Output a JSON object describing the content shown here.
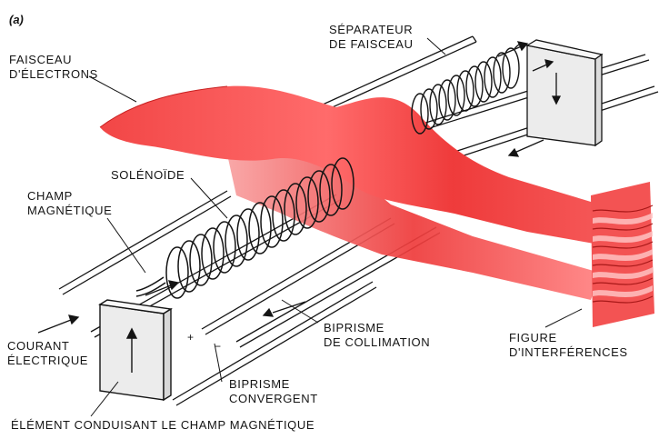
{
  "figure": {
    "panel_tag": "(a)",
    "labels": {
      "faisceau_electrons": [
        "FAISCEAU",
        "D'ÉLECTRONS"
      ],
      "separateur": [
        "SÉPARATEUR",
        "DE FAISCEAU"
      ],
      "solenoide": "SOLÉNOÏDE",
      "champ_magnetique": [
        "CHAMP",
        "MAGNÉTIQUE"
      ],
      "courant_electrique": [
        "COURANT",
        "ÉLECTRIQUE"
      ],
      "biprisme_collimation": [
        "BIPRISME",
        "DE COLLIMATION"
      ],
      "biprisme_convergent": [
        "BIPRISME",
        "CONVERGENT"
      ],
      "figure_interferences": [
        "FIGURE",
        "D'INTERFÉRENCES"
      ],
      "element_conduisant": "ÉLÉMENT CONDUISANT LE CHAMP MAGNÉTIQUE"
    },
    "polarity": {
      "plus": "+",
      "minus": "−"
    },
    "colors": {
      "beam": "#f03a3a",
      "beam_light": "#ff8a8a",
      "ink": "#141414",
      "plate": "#ececec"
    }
  }
}
